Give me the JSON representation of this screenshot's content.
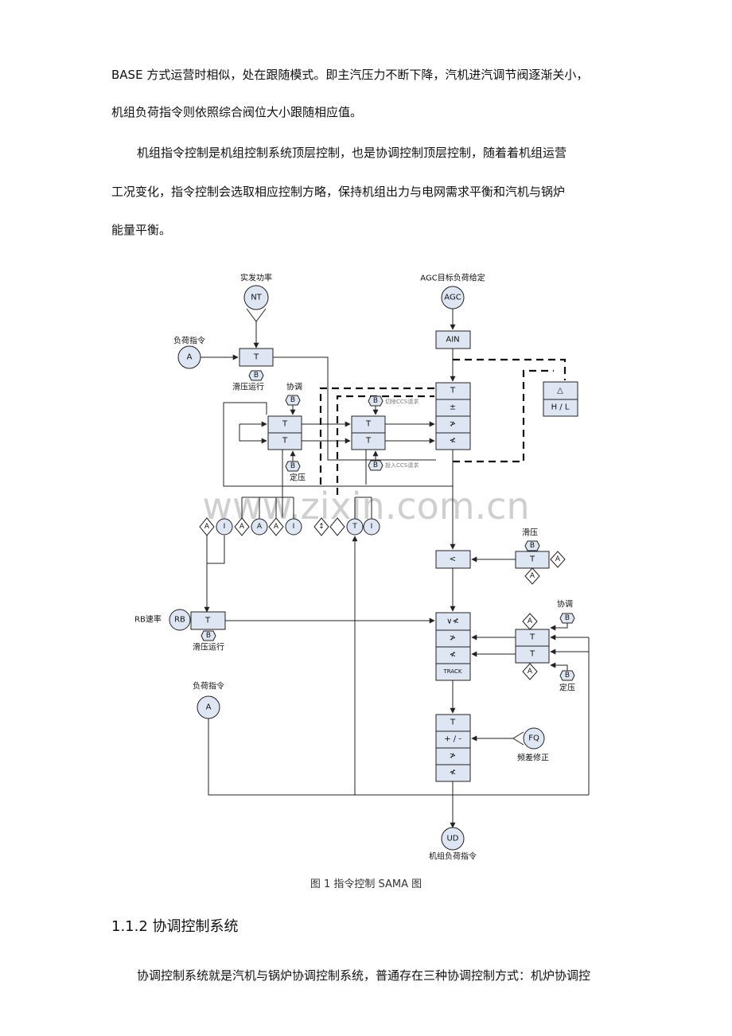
{
  "paragraphs": [
    "BASE 方式运营时相似，处在跟随模式。即主汽压力不断下降，汽机进汽调节阀逐渐关小，",
    "机组负荷指令则依照综合阀位大小跟随相应值。",
    "机组指令控制是机组控制系统顶层控制，也是协调控制顶层控制，随着着机组运营",
    "工况变化，指令控制会选取相应控制方略，保持机组出力与电网需求平衡和汽机与锅炉",
    "能量平衡。"
  ],
  "diagram": {
    "labels": {
      "actual_power": "实发功率",
      "agc_target": "AGC目标负荷给定",
      "load_cmd_top": "负荷指令",
      "slide_run_top": "滑压运行",
      "coord_mid": "协调",
      "const_press_mid": "定压",
      "ccs_exit": "切除CCS请求",
      "ccs_enter": "投入CCS请求",
      "slide_press": "滑压",
      "rb_rate": "RB速率",
      "slide_run_bottom": "滑压运行",
      "coord_right": "协调",
      "const_press_right": "定压",
      "load_cmd_bottom": "负荷指令",
      "freq_correct": "频差修正",
      "unit_load_cmd": "机组负荷指令"
    },
    "symbols": {
      "nt": "NT",
      "agc": "AGC",
      "ain": "AIN",
      "a": "A",
      "b": "B",
      "i": "I",
      "t": "T",
      "rb": "RB",
      "fq": "FQ",
      "ud": "UD",
      "delta": "△",
      "hl": "H / L",
      "pm": "±",
      "ge": "≯",
      "le": "≮",
      "lt": "<",
      "vle": "∨≮",
      "track": "TRACK",
      "plusminus": "+ / -",
      "updown": "↕"
    },
    "watermark": "www.zixin.com.cn"
  },
  "caption": "图  1  指令控制  SAMA  图",
  "section_heading": "1.1.2  协调控制系统",
  "last_paragraph": "协调控制系统就是汽机与锅炉协调控制系统，普通存在三种协调控制方式：机炉协调控"
}
